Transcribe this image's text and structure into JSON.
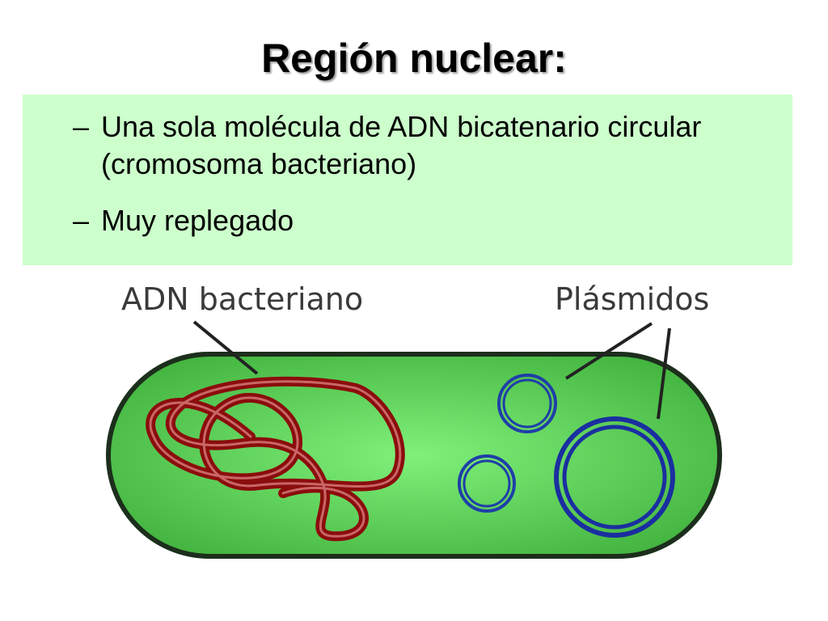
{
  "slide": {
    "title": "Región nuclear:",
    "bullets": [
      {
        "dash": "–",
        "text": "Una sola molécula de ADN bicatenario circular (cromosoma bacteriano)"
      },
      {
        "dash": "–",
        "text": "Muy replegado"
      }
    ]
  },
  "figure": {
    "labels": {
      "dna": "ADN bacteriano",
      "plasmids": "Plásmidos"
    },
    "colors": {
      "cell_fill": "#5fd45a",
      "cell_outline": "#1c2e1c",
      "dna": "#8b0d0d",
      "plasmid": "#1f3fa8"
    }
  }
}
